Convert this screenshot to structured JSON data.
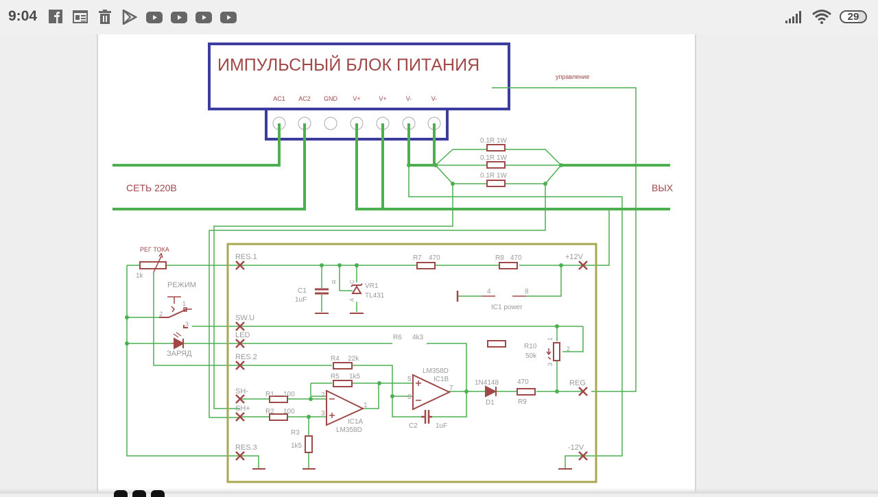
{
  "status_bar": {
    "time": "9:04",
    "notification_icons": [
      "facebook-icon",
      "news-icon",
      "trash-icon",
      "play-store-icon",
      "youtube-icon",
      "youtube-icon",
      "youtube-icon",
      "youtube-icon"
    ],
    "signal_icon": "signal-icon",
    "wifi_icon": "wifi-icon",
    "battery_level": "29"
  },
  "schematic": {
    "colors": {
      "wire": "#4caf50",
      "component": "#a04848",
      "label_gray": "#9a9a9a",
      "psu_box": "#3c3c9c",
      "board_box": "#a8a850",
      "title_text": "#a04848"
    },
    "psu": {
      "title": "ИМПУЛЬСНЫЙ БЛОК ПИТАНИЯ",
      "pins": [
        "AC1",
        "AC2",
        "GND",
        "V+",
        "V+",
        "V-",
        "V-"
      ],
      "control_label": "управление"
    },
    "mains_label": "СЕТЬ 220В",
    "output_label": "ВЫХ",
    "shunts": [
      {
        "label": "0.1R 1W"
      },
      {
        "label": "0.1R 1W"
      },
      {
        "label": "0.1R 1W"
      }
    ],
    "external": {
      "pot_label": "РЕГ ТОКА",
      "pot_value": "1k",
      "switch_label": "РЕЖИМ",
      "switch_pins": [
        "1",
        "2",
        "3"
      ],
      "led_label": "ЗАРЯД"
    },
    "board_pads": {
      "res1": "RES.1",
      "swu": "SW.U",
      "led": "LED",
      "res2": "RES.2",
      "shm": "SH-",
      "shp": "SH+",
      "res3": "RES.3",
      "p12": "+12V",
      "reg": "REG",
      "m12": "-12V"
    },
    "components": {
      "c1": {
        "name": "C1",
        "value": "1uF"
      },
      "vr1": {
        "name": "VR1",
        "value": "TL431",
        "pin_r": "R",
        "pin_c": "C",
        "pin_a": "A"
      },
      "r7": {
        "name": "R7",
        "value": "470"
      },
      "r8": {
        "name": "R8",
        "value": "470"
      },
      "ic1_power": {
        "label": "IC1 power",
        "pin4": "4",
        "pin8": "8"
      },
      "r6": {
        "name": "R6",
        "value": "4k3"
      },
      "r4": {
        "name": "R4",
        "value": "22k"
      },
      "r5": {
        "name": "R5",
        "value": "1k5"
      },
      "r1": {
        "name": "R1",
        "value": "100"
      },
      "r2": {
        "name": "R2",
        "value": "100"
      },
      "r3": {
        "name": "R3",
        "value": "1k5"
      },
      "ic1a": {
        "name": "IC1A",
        "part": "LM358D",
        "pin_inv": "2",
        "pin_noninv": "3",
        "pin_out": "1"
      },
      "ic1b": {
        "name": "IC1B",
        "part": "LM358D",
        "pin_noninv": "5",
        "pin_inv": "6",
        "pin_out": "7"
      },
      "c2": {
        "name": "C2",
        "value": "1uF"
      },
      "d1": {
        "name": "D1",
        "value": "1N4148"
      },
      "r9": {
        "name": "R9",
        "value": "470"
      },
      "r10": {
        "name": "R10",
        "value": "50k",
        "pin1": "1",
        "pin2": "2",
        "pin3": "3"
      }
    }
  }
}
